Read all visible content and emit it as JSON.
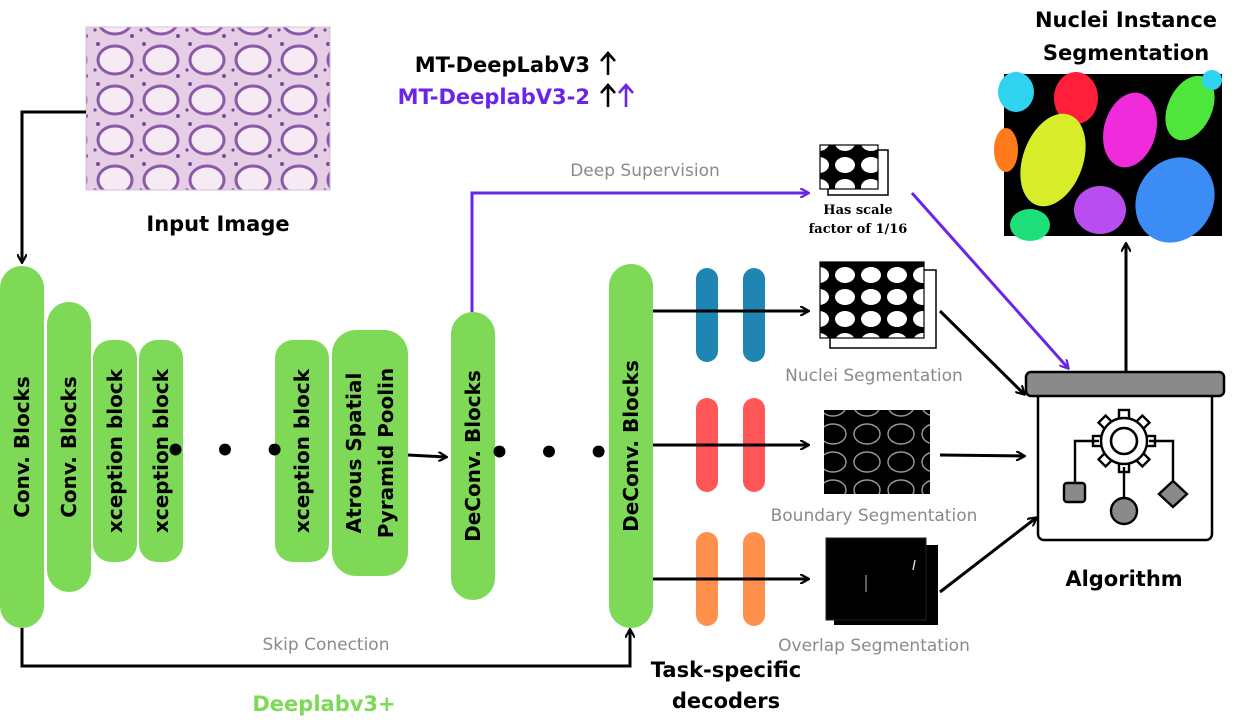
{
  "legend": {
    "model1": "MT-DeepLabV3",
    "model2": "MT-DeeplabV3-2",
    "model1_color": "#000000",
    "model2_color": "#6a25e6"
  },
  "input": {
    "label": "Input Image"
  },
  "encoder": {
    "conv1": "Conv. Blocks",
    "conv2": "Conv. Blocks",
    "xception1": "xception block",
    "xception2": "xception block",
    "xception3": "xception block",
    "aspp_line1": "Atrous Spatial",
    "aspp_line2": "Pyramid Poolin",
    "deconv1": "DeConv. Blocks",
    "deconv2": "DeConv. Blocks",
    "dots_left": "• • •",
    "dots_right": "• • •",
    "block_color": "#7ed957"
  },
  "connections": {
    "deep_supervision": "Deep Supervision",
    "skip": "Skip Conection"
  },
  "supervision": {
    "line1": "Has scale",
    "line2": "factor of  1/16"
  },
  "decoders": {
    "title_line1": "Task-specific",
    "title_line2": "decoders",
    "nuclei_color": "#1f86b4",
    "boundary_color": "#ff5757",
    "overlap_color": "#ff914d"
  },
  "outputs": {
    "nuclei": "Nuclei Segmentation",
    "boundary": "Boundary Segmentation",
    "overlap": "Overlap Segmentation"
  },
  "algorithm": {
    "label": "Algorithm"
  },
  "result": {
    "line1": "Nuclei Instance",
    "line2": "Segmentation"
  },
  "backbone": {
    "label": "Deeplabv3+",
    "color": "#7ed957"
  },
  "icons": [
    "gear-icon",
    "flowchart-icon",
    "up-arrow-icon"
  ]
}
